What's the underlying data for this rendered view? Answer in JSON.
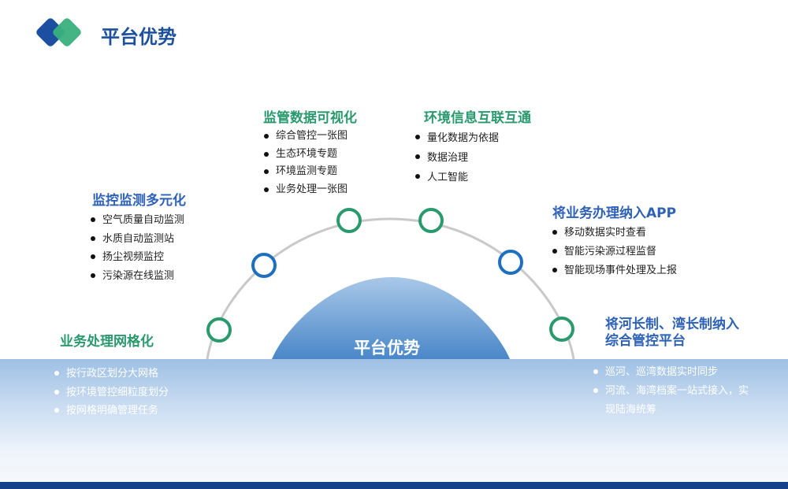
{
  "header": {
    "title": "平台优势"
  },
  "center": {
    "label": "平台优势"
  },
  "colors": {
    "green": "#2a9a6e",
    "blue": "#1f6fbf",
    "navy": "#14418a",
    "arc": "#c9c9c9"
  },
  "groups": [
    {
      "title": "业务处理网格化",
      "items": [
        "按行政区划分大网格",
        "按环境管控细粒度划分",
        "按网格明确管理任务"
      ]
    },
    {
      "title": "监控监测多元化",
      "items": [
        "空气质量自动监测",
        "水质自动监测站",
        "扬尘视频监控",
        "污染源在线监测"
      ]
    },
    {
      "title": "监管数据可视化",
      "items": [
        "综合管控一张图",
        "生态环境专题",
        "环境监测专题",
        "业务处理一张图"
      ]
    },
    {
      "title": "环境信息互联互通",
      "items": [
        "量化数据为依据",
        "数据治理",
        "人工智能"
      ]
    },
    {
      "title": "将业务办理纳入APP",
      "items": [
        "移动数据实时查看",
        "智能污染源过程监督",
        "智能现场事件处理及上报"
      ]
    },
    {
      "title_lines": [
        "将河长制、湾长制纳入",
        "综合管控平台"
      ],
      "items": [
        "巡河、巡湾数据实时同步",
        "河流、海湾档案一站式接入，实现陆海统筹"
      ]
    }
  ]
}
